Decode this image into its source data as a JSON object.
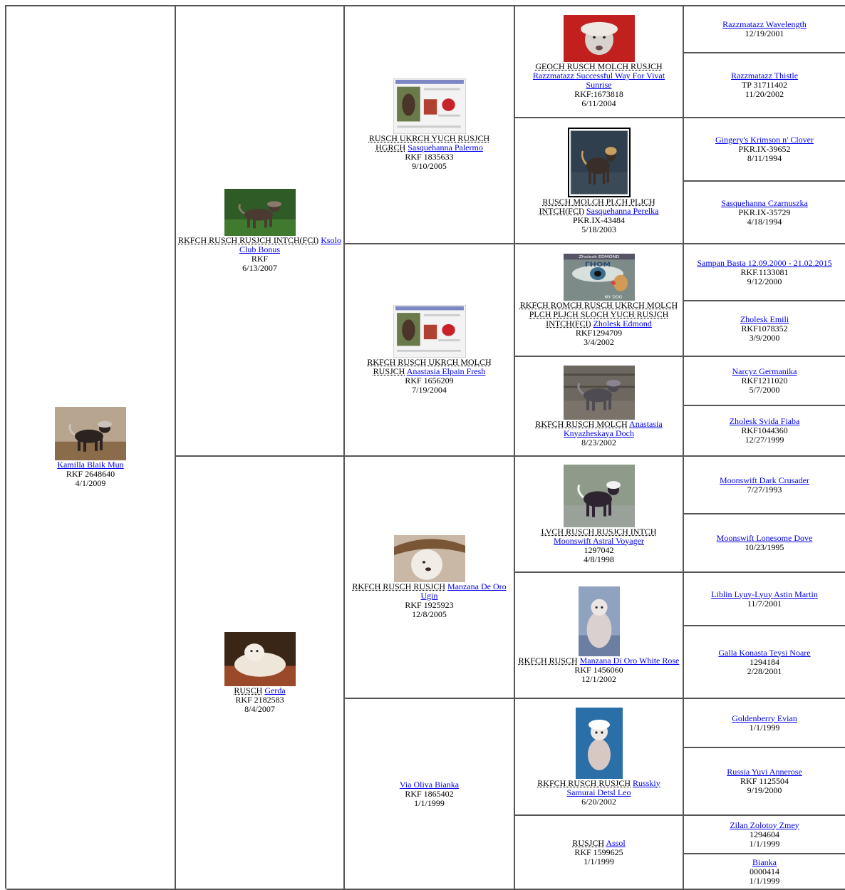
{
  "pedigree": {
    "subject": {
      "name": "Kamilla Blaik Mun",
      "reg": "RKF 2648640",
      "dob": "4/1/2009",
      "photo": "black-crested-dog-photo"
    },
    "sire": {
      "titles": "RKFCH RUSCH RUSJCH INTCH(FCI)",
      "name": "Ksolo Club Bonus",
      "reg": "RKF",
      "dob": "6/13/2007",
      "photo": "dog-on-grass-photo"
    },
    "dam": {
      "titles": "RUSCH",
      "name": "Gerda",
      "reg": "RKF 2182583",
      "dob": "8/4/2007",
      "photo": "powderpuff-dog-photo"
    },
    "ss": {
      "titles": "RUSCH UKRCH YUCH RUSJCH HGRCH",
      "name": "Sasquehanna Palermo",
      "reg": "RKF 1835633",
      "dob": "9/10/2005",
      "photo": "pedigree-card-photo"
    },
    "sd": {
      "titles": "RKFCH RUSCH UKRCH MOLCH RUSJCH",
      "name": "Anastasia Elpain Fresh",
      "reg": "RKF 1656209",
      "dob": "7/19/2004",
      "photo": "pedigree-card-photo"
    },
    "ds": {
      "titles": "RKFCH RUSCH RUSJCH",
      "name": "Manzana De Oro Ugin",
      "reg": "RKF 1925923",
      "dob": "12/8/2005",
      "photo": "dog-with-hat-photo"
    },
    "dd": {
      "titles": "",
      "name": "Via Oliva Bianka",
      "reg": "RKF 1865402",
      "dob": "1/1/1999"
    },
    "sss": {
      "titles": "GEOCH RUSCH MOLCH RUSJCH",
      "name": "Razzmatazz Successful Way For Vivat Sunrise",
      "reg": "RKF:1673818",
      "dob": "6/11/2004",
      "photo": "dog-red-background-photo"
    },
    "ssd": {
      "titles": "RUSCH MOLCH PLCH PLJCH INTCH(FCI)",
      "name": "Sasquehanna Perelka",
      "reg": "PKR.IX-43484",
      "dob": "5/18/2003",
      "photo": "standing-crested-dog-photo"
    },
    "sds": {
      "titles": "RKFCH ROMCH RUSCH UKRCH MOLCH PLCH PLJCH SLOCH YUCH RUSJCH INTCH(FCI)",
      "name": "Zholesk Edmond",
      "reg": "RKF1294709",
      "dob": "3/4/2002",
      "photo": "eye-collage-photo",
      "photo_text_top": "Zholesk EDMOND",
      "photo_text_mid": "ГНОМ",
      "photo_text_bot": "MY DOG"
    },
    "sdd": {
      "titles": "RKFCH RUSCH MOLCH",
      "name": "Anastasia Knyazheskaya Doch",
      "reg": "",
      "dob": "8/23/2002",
      "photo": "dog-stone-wall-photo"
    },
    "dss": {
      "titles": "LVCH RUSCH RUSJCH INTCH",
      "name": "Moonswift Astral Voyager",
      "reg": "1297042",
      "dob": "4/8/1998",
      "photo": "hairless-dog-show-photo"
    },
    "dsd": {
      "titles": "RKFCH RUSCH",
      "name": "Manzana Di Oro White Rose",
      "reg": "RKF 1456060",
      "dob": "12/1/2002",
      "photo": "sitting-dog-blanket-photo"
    },
    "dds": {
      "titles": "RKFCH RUSCH RUSJCH",
      "name": "Russkiy Samurai Detsl Leo",
      "reg": "",
      "dob": "6/20/2002",
      "photo": "dog-blue-background-photo"
    },
    "ddd": {
      "titles": "RUSJCH",
      "name": "Assol",
      "reg": "RKF 1599625",
      "dob": "1/1/1999"
    },
    "g5": [
      {
        "name": "Razzmatazz Wavelength",
        "reg": "",
        "dob": "12/19/2001"
      },
      {
        "name": "Razzmatazz Thistle",
        "reg": "TP 31711402",
        "dob": "11/20/2002"
      },
      {
        "name": "Gingery's Krimson n' Clover",
        "reg": "PKR.IX-39652",
        "dob": "8/11/1994"
      },
      {
        "name": "Sasquehanna Czarnuszka",
        "reg": "PKR.IX-35729",
        "dob": "4/18/1994"
      },
      {
        "name": "Sampan Basta 12.09.2000 - 21.02.2015",
        "reg": "RKF.1133081",
        "dob": "9/12/2000"
      },
      {
        "name": "Zholesk Emili",
        "reg": "RKF1078352",
        "dob": "3/9/2000"
      },
      {
        "name": "Narcyz Germanika",
        "reg": "RKF1211020",
        "dob": "5/7/2000"
      },
      {
        "name": "Zholesk Svida Fiaba",
        "reg": "RKF1044360",
        "dob": "12/27/1999"
      },
      {
        "name": "Moonswift Dark Crusader",
        "reg": "",
        "dob": "7/27/1993"
      },
      {
        "name": "Moonswift Lonesome Dove",
        "reg": "",
        "dob": "10/23/1995"
      },
      {
        "name": "Liblin Lyuy-Lyuy Astin Martin",
        "reg": "",
        "dob": "11/7/2001"
      },
      {
        "name": "Galla Konasta Teysi Noare",
        "reg": "1294184",
        "dob": "2/28/2001"
      },
      {
        "name": "Goldenberry Evian",
        "reg": "",
        "dob": "1/1/1999"
      },
      {
        "name": "Russia Yuvi Annerose",
        "reg": "RKF 1125504",
        "dob": "9/19/2000"
      },
      {
        "name": "Zilan Zolotoy Zmey",
        "reg": "1294604",
        "dob": "1/1/1999"
      },
      {
        "name": "Bianka",
        "reg": "0000414",
        "dob": "1/1/1999"
      }
    ]
  },
  "colors": {
    "link": "#0000ee",
    "border": "#555555"
  }
}
